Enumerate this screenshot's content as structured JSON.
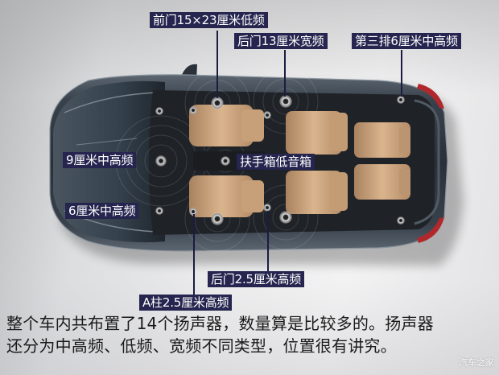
{
  "image": {
    "subject": "Top-down cutaway of a 3-row SUV showing speaker layout",
    "colors": {
      "label_bg": "#25254f",
      "label_text": "#ffffff",
      "car_body": "#3a4450",
      "seat_leather": "#c8a27a",
      "caption_text": "#1a1a1a",
      "taillight": "#b0282c"
    }
  },
  "labels": [
    {
      "id": "front-door",
      "text": "前门15×23厘米低频"
    },
    {
      "id": "rear-door-wide",
      "text": "后门13厘米宽频"
    },
    {
      "id": "third-row",
      "text": "第三排6厘米中高频"
    },
    {
      "id": "dash-9cm",
      "text": "9厘米中高频"
    },
    {
      "id": "subwoofer",
      "text": "扶手箱低音箱"
    },
    {
      "id": "dash-6cm",
      "text": "6厘米中高频"
    },
    {
      "id": "rear-door-tweeter",
      "text": "后门2.5厘米高频"
    },
    {
      "id": "a-pillar",
      "text": "A柱2.5厘米高频"
    }
  ],
  "caption": {
    "line1": "整个车内共布置了14个扬声器，数量算是比较多的。扬声器",
    "line2": "还分为中高频、低频、宽频不同类型，位置很有讲究。"
  },
  "watermark": "汽车之家",
  "speaker_count": 14
}
